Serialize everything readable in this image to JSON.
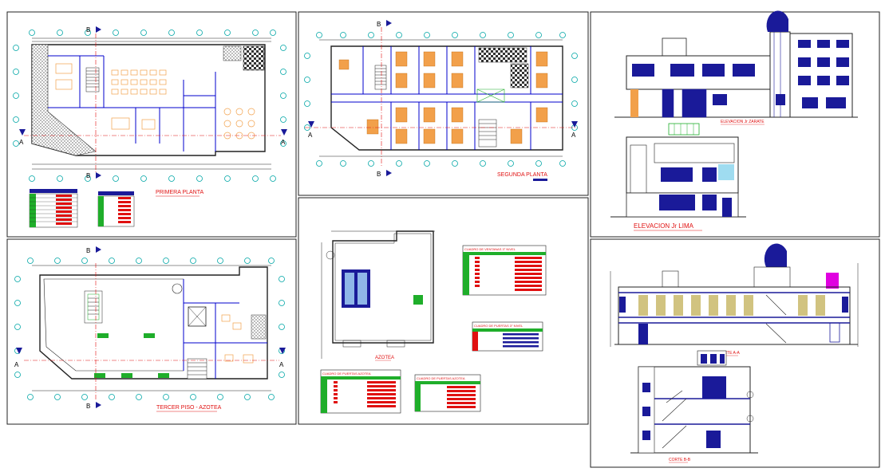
{
  "sheets": {
    "primera": {
      "title": "PRIMERA PLANTA",
      "axis_b": "B",
      "axis_a": "A"
    },
    "segunda": {
      "title": "SEGUNDA PLANTA",
      "axis_b": "B",
      "axis_a": "A"
    },
    "tercer": {
      "title": "TERCER PISO - AZOTEA",
      "axis_b": "B",
      "axis_a": "A"
    },
    "azotea": {
      "title": "AZOTEA",
      "table_ventanas_3": "CUADRO DE VENTANAS 3° NIVEL",
      "table_puertas_3": "CUADRO DE PUERTAS 3° NIVEL",
      "table_puertas_azotea_1": "CUADRO DE PUERTAS AZOTEA",
      "table_puertas_azotea_2": "CUADRO DE PUERTAS AZOTEA"
    },
    "elevaciones": {
      "zarate": "ELEVACION Jr ZARATE",
      "lima": "ELEVACION Jr LIMA"
    },
    "cortes": {
      "aa": "CORTE A-A",
      "bb": "CORTE B-B"
    }
  },
  "colors": {
    "outline": "#222222",
    "wall": "#0000cc",
    "furniture": "#f2a04a",
    "accent_red": "#e01010",
    "accent_green": "#1fae2a",
    "grid_cyan": "#00a6a6",
    "hatch": "#555555",
    "magenta": "#e000e0",
    "navy": "#1a1a99"
  },
  "icons": [
    "section-arrow-icon",
    "north-arrow-icon",
    "stair-icon",
    "grid-bubble-icon"
  ]
}
